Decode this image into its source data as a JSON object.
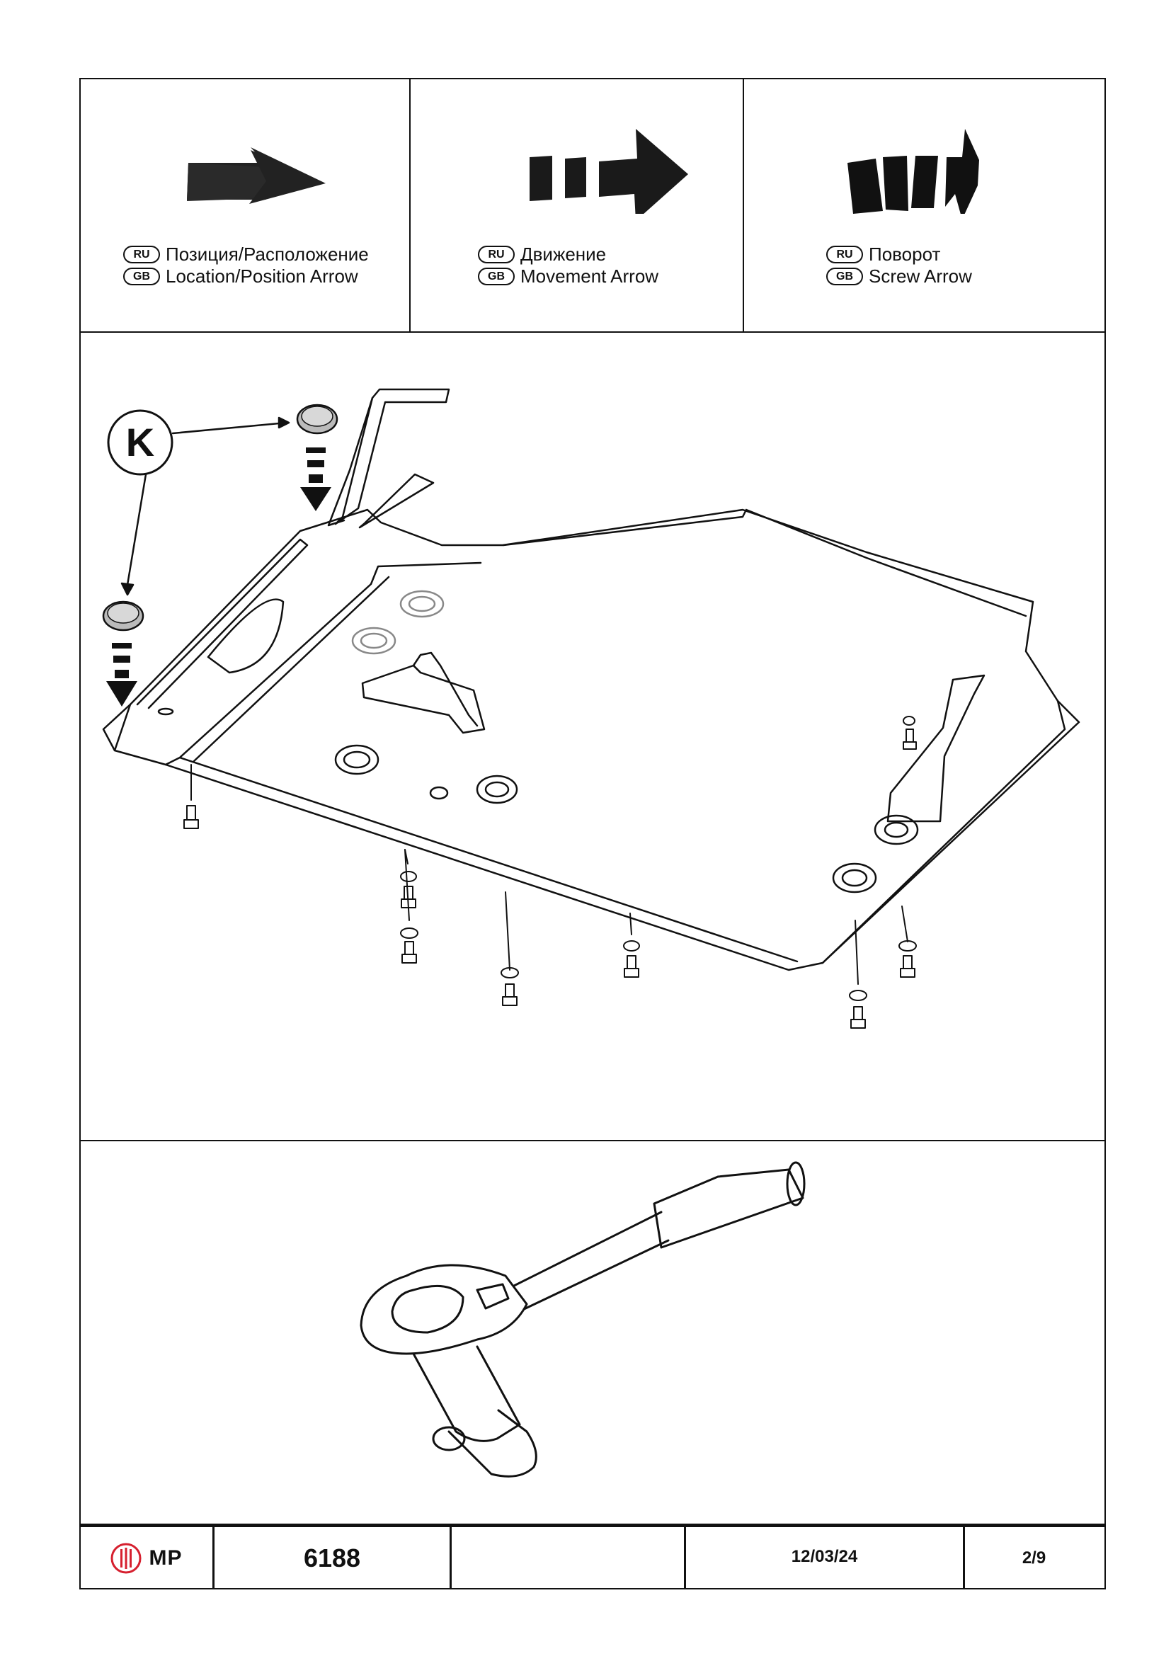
{
  "legend": [
    {
      "icon": "location-arrow-icon",
      "ru_badge": "RU",
      "gb_badge": "GB",
      "ru": "Позиция/Расположение",
      "gb": "Location/Position Arrow"
    },
    {
      "icon": "movement-arrow-icon",
      "ru_badge": "RU",
      "gb_badge": "GB",
      "ru": "Движение",
      "gb": "Movement Arrow"
    },
    {
      "icon": "screw-arrow-icon",
      "ru_badge": "RU",
      "gb_badge": "GB",
      "ru": "Поворот",
      "gb": "Screw Arrow"
    }
  ],
  "diagram": {
    "callout_label": "K",
    "icons": [
      "skid-plate-drawing",
      "rubber-plug-icon",
      "bolt-icon",
      "washer-icon",
      "bracket-icon"
    ]
  },
  "tool": {
    "icon": "ratchet-wrench-icon"
  },
  "footer": {
    "logo_text": "MP",
    "logo_color": "#d6202f",
    "part_number": "6188",
    "blank": "",
    "date": "12/03/24",
    "page": "2/9"
  }
}
